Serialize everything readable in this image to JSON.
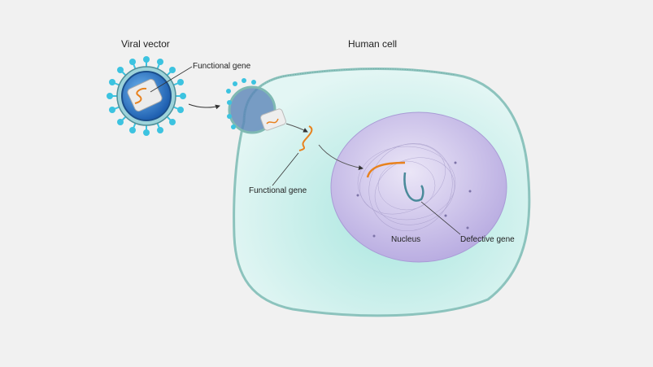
{
  "labels": {
    "viral_vector": "Viral vector",
    "human_cell": "Human cell",
    "functional_gene_virus": "Functional gene",
    "functional_gene_cell": "Functional gene",
    "nucleus": "Nucleus",
    "defective_gene": "Defective gene"
  },
  "colors": {
    "background": "#f1f1f1",
    "cell_fill": "#c8eeea",
    "cell_membrane": "#7fb9b3",
    "nucleus_fill": "#c9c0e6",
    "virus_spike": "#3cc3e0",
    "virus_core": "#2f7fd0",
    "functional_gene": "#e8821e",
    "defective_gene": "#4a8a9a"
  }
}
